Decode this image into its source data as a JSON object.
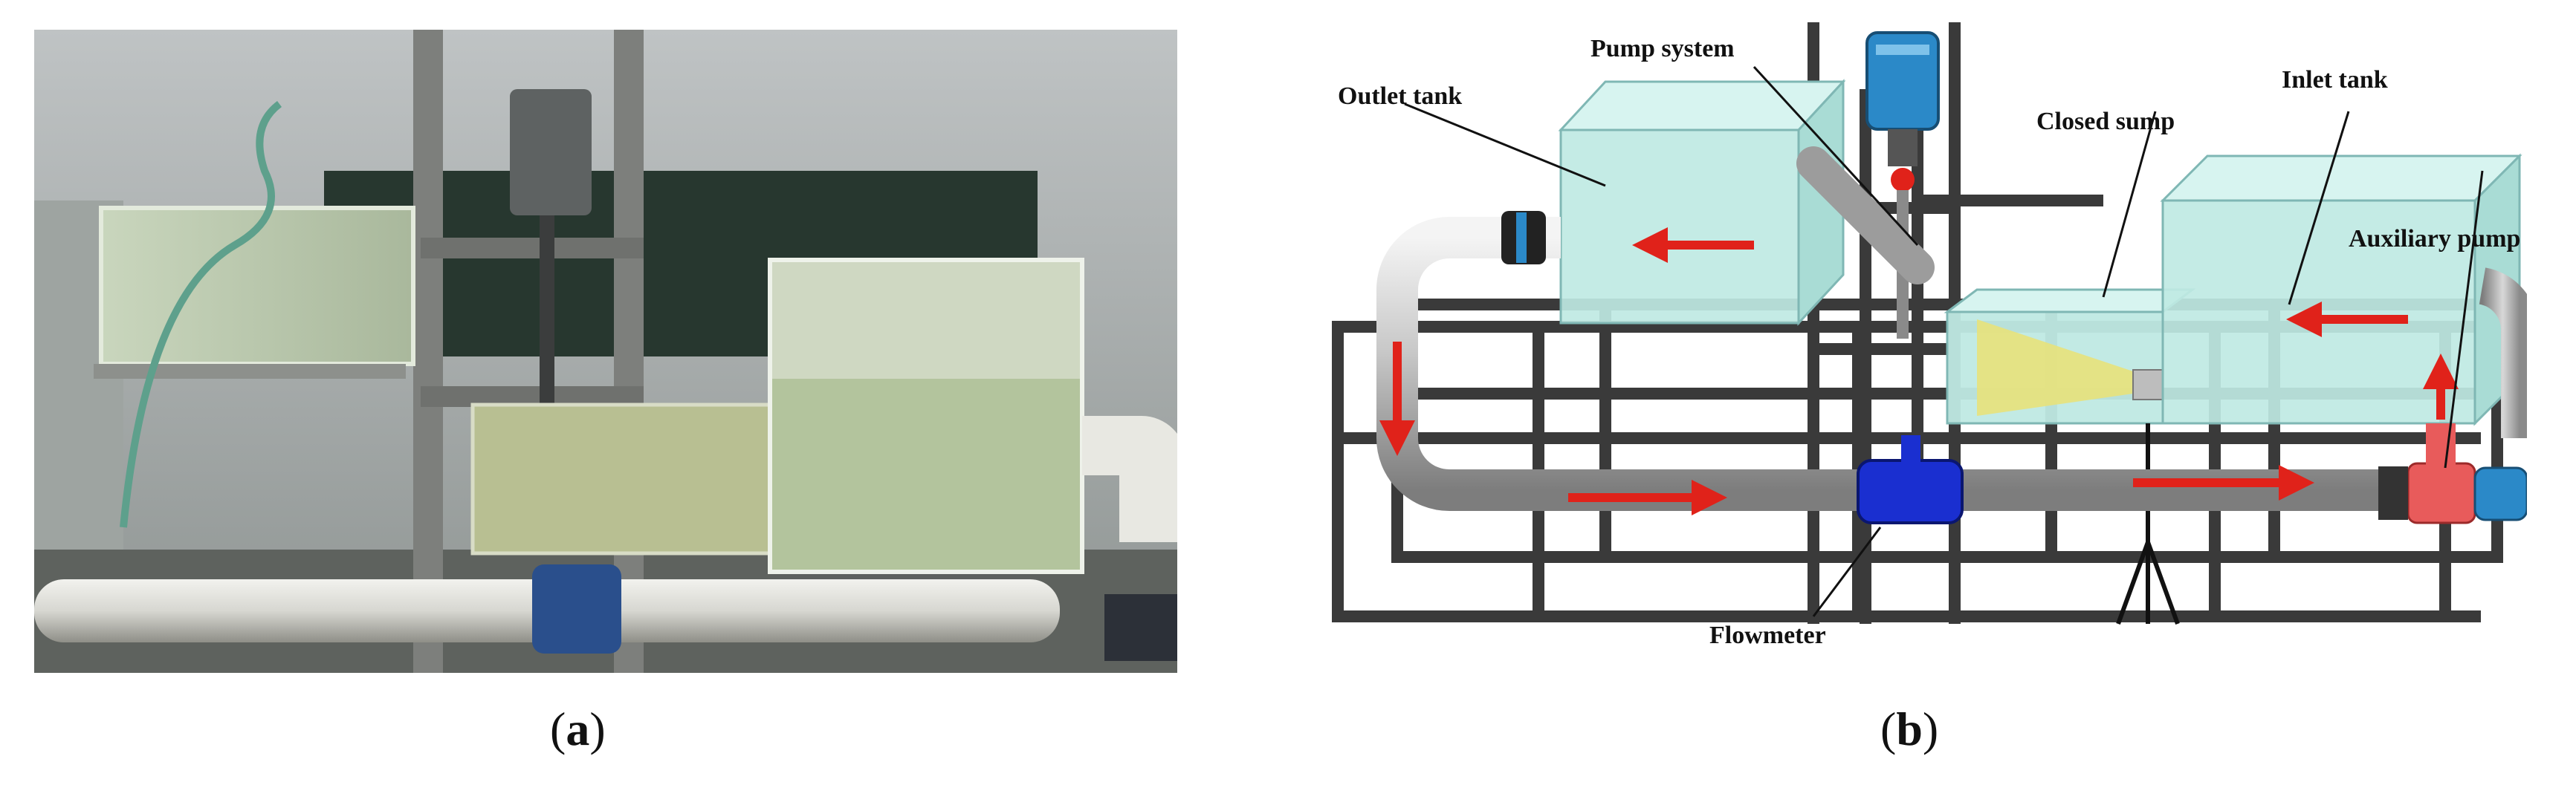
{
  "panels": {
    "a": {
      "caption_letter": "a"
    },
    "b": {
      "caption_letter": "b",
      "labels": {
        "outlet_tank": "Outlet tank",
        "pump_system": "Pump system",
        "inlet_tank": "Inlet tank",
        "closed_sump": "Closed sump",
        "auxiliary_pump": "Auxiliary pump",
        "flowmeter": "Flowmeter"
      }
    }
  },
  "colors": {
    "water": "#bfe9e3",
    "tank_edge": "#7fb7b4",
    "frame": "#3a3a3a",
    "pipe": "#c9c9c9",
    "arrow": "#e0221a",
    "flowmeter": "#1a2fd0",
    "aux_pump": "#e85b5b",
    "motor": "#2b89c8",
    "sump_cone": "#e8e27a"
  }
}
